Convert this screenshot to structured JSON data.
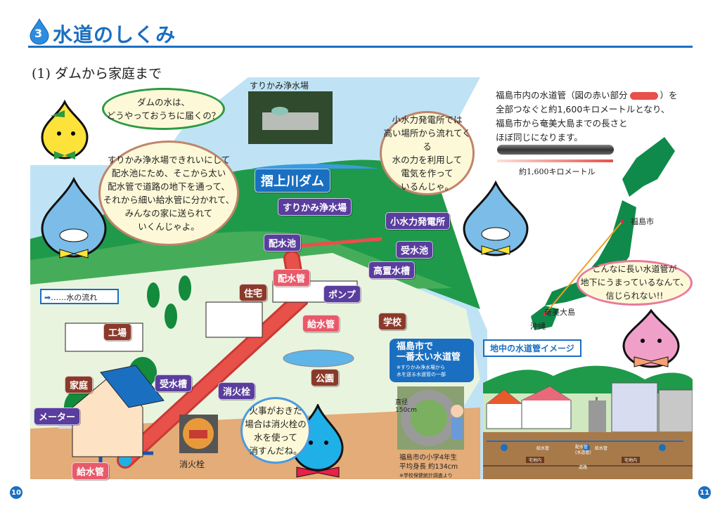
{
  "header": {
    "section_number": "3",
    "title": "水道のしくみ",
    "subtitle": "(1) ダムから家庭まで"
  },
  "colors": {
    "accent": "#1a6fc1",
    "pipe_red": "#e8504a",
    "hill_green": "#1f9a4a",
    "map_green": "#0f8a4a"
  },
  "left": {
    "bubble_question": "ダムの水は、\nどうやっておうちに届くの？",
    "bubble_explain": "すりかみ浄水場できれいにして\n配水池にため、そこから太い\n配水管で道路の地下を通って、\nそれから細い給水管に分かれて、\nみんなの家に送られて\nいくんじゃよ。",
    "photo_caption": "すりかみ浄水場",
    "bubble_power": "小水力発電所では\n高い場所から流れてくる\n水の力を利用して\n電気を作って\nいるんじゃ。",
    "bubble_fire": "火事がおきた\n場合は消火栓の\n水を使って\n消すんだね。",
    "legend": "……水の流れ",
    "manhole_caption": "消火栓",
    "labels": {
      "dam": "摺上川ダム",
      "plant": "すりかみ浄水場",
      "power": "小水力発電所",
      "receiving_pond": "受水池",
      "distribution_pond": "配水池",
      "elevated_tank": "高置水槽",
      "distribution_pipe": "配水管",
      "pump": "ポンプ",
      "housing": "住宅",
      "service_pipe_mid": "給水管",
      "school": "学校",
      "factory": "工場",
      "park": "公園",
      "receiving_tank": "受水槽",
      "hydrant": "消火栓",
      "home": "家庭",
      "meter": "メーター",
      "service_pipe_low": "給水管"
    }
  },
  "right": {
    "intro_1": "福島市内の水道管（図の赤い部分",
    "intro_1b": "）を",
    "intro_2": "全部つなぐと約1,600キロメートルとなり、\n福島市から奄美大島までの長さと\nほぼ同じになります。",
    "pipe_length_label": "約1,600キロメートル",
    "map_labels": {
      "fukushima": "福島市",
      "amami": "奄美大島",
      "okinawa": "沖縄"
    },
    "bubble_pink": "こんなに長い水道管が\n地下にうまっているなんて、\n信じられない!!",
    "thick_pipe": {
      "title": "福島市で\n一番太い水道管",
      "note": "※すりかみ浄水場から\n水を送る水道管の一部",
      "diameter": "直径\n150cm",
      "student": "福島市の小学4年生\n平均身長 約134cm",
      "source": "※学校保健統計調査より"
    },
    "underground": {
      "title": "地中の水道管イメージ",
      "service_pipe_l": "給水管",
      "main_pipe": "配水管\n(水道管)",
      "service_pipe_r": "給水管",
      "lot_l": "宅地内",
      "lot_r": "宅地内",
      "road": "道路"
    }
  },
  "page_numbers": {
    "left": "10",
    "right": "11"
  }
}
